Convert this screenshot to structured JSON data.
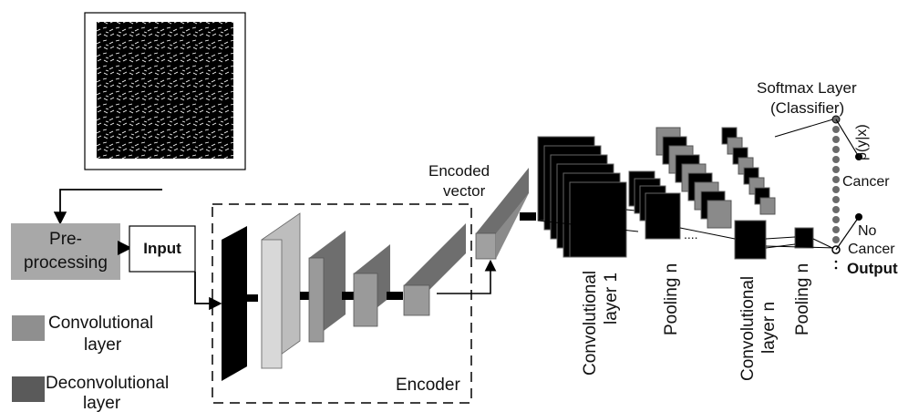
{
  "labels": {
    "preprocessing_line1": "Pre-",
    "preprocessing_line2": "processing",
    "input": "Input",
    "encoder": "Encoder",
    "encoded_vector_line1": "Encoded",
    "encoded_vector_line2": "vector",
    "conv_layer_1_line1": "Convolutional",
    "conv_layer_1_line2": "layer 1",
    "pooling_n_1": "Pooling n",
    "conv_layer_n_line1": "Convolutional",
    "conv_layer_n_line2": "layer  n",
    "pooling_n_2": "Pooling n",
    "softmax_line1": "Softmax Layer",
    "softmax_line2": "(Classifier)",
    "probability": "p(y|x)",
    "cancer": "Cancer",
    "no_cancer_line1": "No",
    "no_cancer_line2": "Cancer",
    "output": "Output",
    "legend_conv_line1": "Convolutional",
    "legend_conv_line2": "layer",
    "legend_deconv_line1": "Deconvolutional",
    "legend_deconv_line2": "layer"
  },
  "colors": {
    "conv_layer": "#8f8f8f",
    "deconv_layer": "#5a5a5a",
    "preprocessing_box": "#a8a8a8",
    "black_block": "#000000"
  },
  "icons": {
    "input_image": "texture-image-icon"
  }
}
